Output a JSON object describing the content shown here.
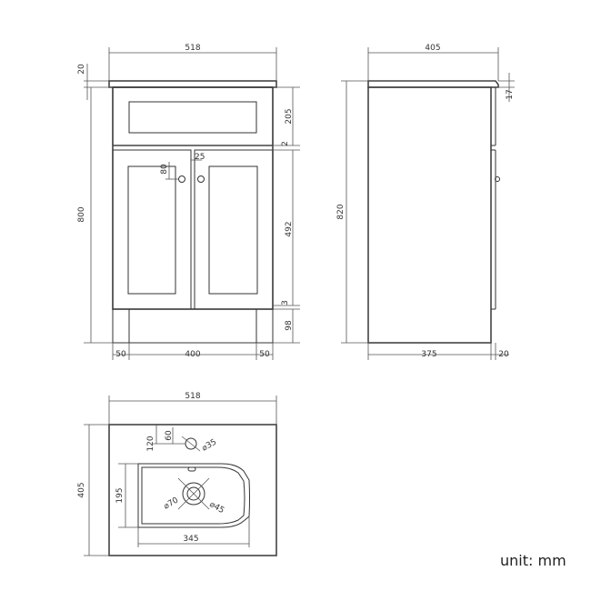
{
  "unit_label": "unit: mm",
  "front": {
    "width": "518",
    "top_thickness": "20",
    "height": "800",
    "drawer_height": "205",
    "gap": "2",
    "handle_offset": "25",
    "handle_drop": "80",
    "door_height": "492",
    "door_gap": "3",
    "plinth_height": "98",
    "leg_left": "50",
    "plinth_width": "400",
    "leg_right": "50"
  },
  "side": {
    "depth": "405",
    "top_overhang": "17",
    "height": "820",
    "body_depth": "375",
    "back_offset": "20"
  },
  "basin": {
    "width": "518",
    "depth": "405",
    "tap_hole_offset": "120",
    "tap_hole_side": "60",
    "tap_hole_dia": "⌀35",
    "bowl_depth": "195",
    "waste_outer_dia": "⌀70",
    "waste_inner_dia": "⌀45",
    "bowl_width": "345"
  },
  "colors": {
    "line": "#333333",
    "text": "#333333",
    "background": "#ffffff"
  }
}
